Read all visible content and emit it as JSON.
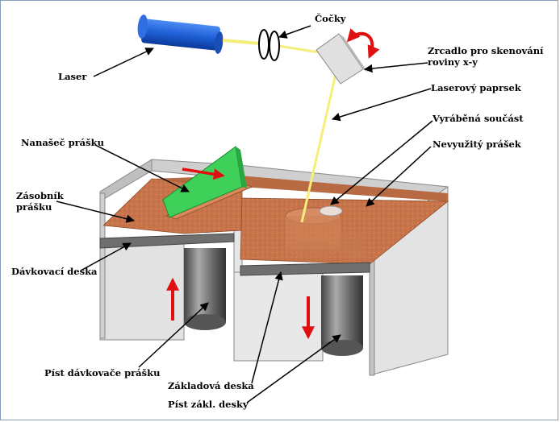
{
  "labels": {
    "cocky": "Čočky",
    "laser": "Laser",
    "zrcadlo_line1": "Zrcadlo pro skenování",
    "zrcadlo_line2": "roviny x-y",
    "paprsek": "Laserový paprsek",
    "soucast": "Vyráběná součást",
    "nanasec": "Nanašeč prášku",
    "nevyuzity": "Nevyužitý prášek",
    "zasobnik_line1": "Zásobník",
    "zasobnik_line2": "prášku",
    "davkovaci": "Dávkovací deska",
    "pist_davkovace": "Píst dávkovače prášku",
    "zakladova": "Základová deska",
    "pist_zakl": "Píst zákl. desky"
  },
  "colors": {
    "laser_body": "#1f5fd6",
    "beam": "#f5ef7a",
    "powder": "#c8744a",
    "spreader": "#3fd05a",
    "arrow_red": "#e01010",
    "wall": "#d9d9d9",
    "plate": "#6f6f6f"
  }
}
